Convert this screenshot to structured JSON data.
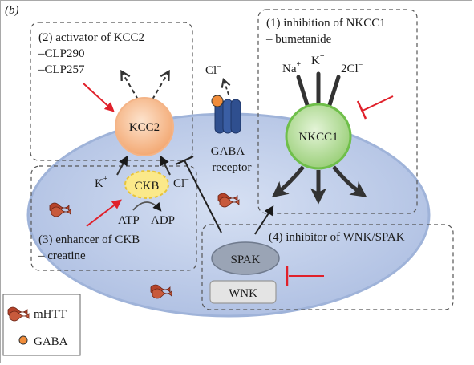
{
  "panel_label": "(b)",
  "boxes": {
    "nkcc1_inhibition": {
      "line1": "(1) inhibition of NKCC1",
      "line2": "– bumetanide"
    },
    "kcc2_activator": {
      "line1": "(2) activator of KCC2",
      "line2": "–CLP290",
      "line3": "–CLP257"
    },
    "ckb_enhancer": {
      "line1": "(3) enhancer of CKB",
      "line2": "– creatine"
    },
    "wnk_spak_inhibitor": {
      "line1": "(4) inhibitor of WNK/SPAK"
    }
  },
  "nodes": {
    "kcc2": "KCC2",
    "nkcc1": "NKCC1",
    "ckb": "CKB",
    "spak": "SPAK",
    "wnk": "WNK",
    "gaba_receptor_line1": "GABA",
    "gaba_receptor_line2": "receptor"
  },
  "ions": {
    "kcc2_k": "K",
    "kcc2_k_charge": "+",
    "kcc2_cl": "Cl",
    "kcc2_cl_charge": "–",
    "gaba_cl": "Cl",
    "gaba_cl_charge": "–",
    "nkcc1_na": "Na",
    "nkcc1_na_charge": "+",
    "nkcc1_k": "K",
    "nkcc1_k_charge": "+",
    "nkcc1_cl": "2Cl",
    "nkcc1_cl_charge": "–"
  },
  "energy": {
    "atp": "ATP",
    "adp": "ADP"
  },
  "legend": {
    "mhtt": "mHTT",
    "gaba": "GABA"
  },
  "colors": {
    "cell_fill": "#bccbe8",
    "cell_stroke": "#9fb3d9",
    "kcc2_fill": "#f6b98c",
    "nkcc1_fill": "#a8d88a",
    "nkcc1_stroke": "#6fbf4a",
    "ckb_fill": "#fbe98a",
    "ckb_stroke": "#e8c43a",
    "gaba_receptor": "#2f4f8f",
    "gaba_dot": "#f08c3a",
    "inhibition_red": "#e0202a",
    "spak_fill": "#9aa4b5",
    "wnk_fill": "#e4e4e4",
    "mhtt": "#b5432a"
  }
}
